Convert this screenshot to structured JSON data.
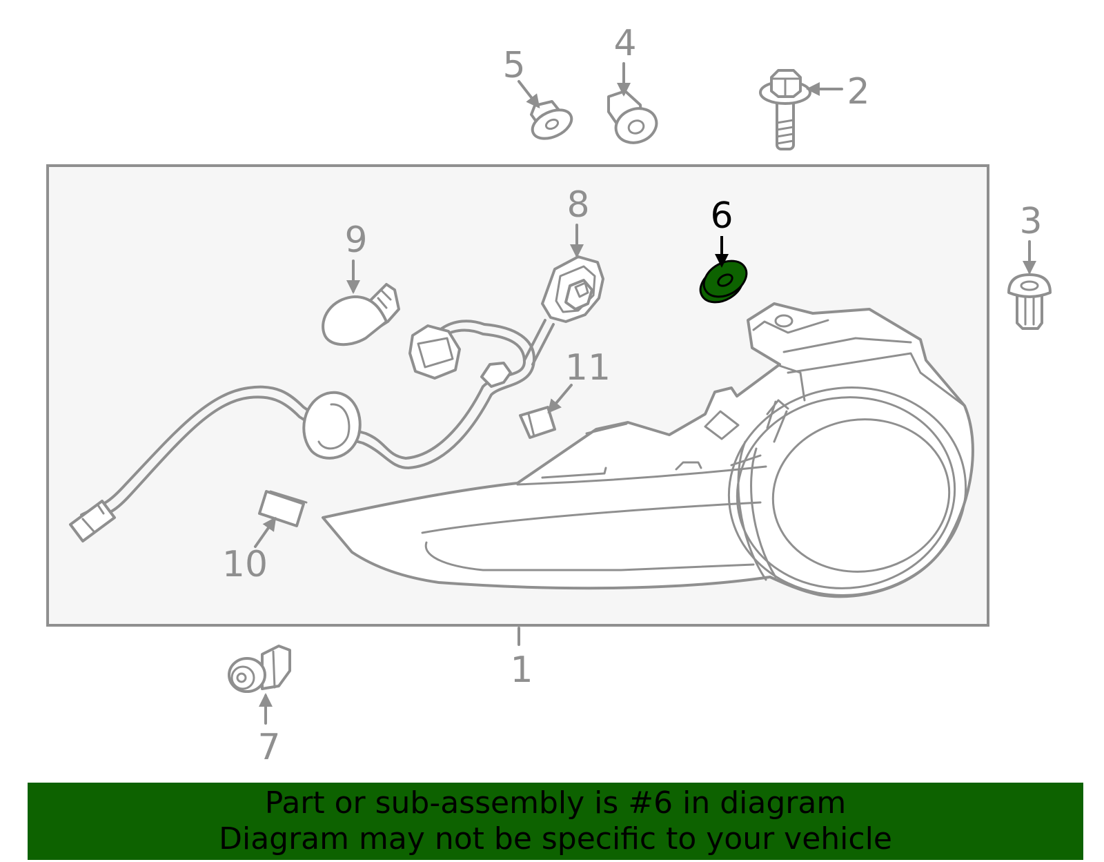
{
  "colors": {
    "line": "#8f8f8f",
    "panel_fill": "#f6f6f6",
    "highlight_fill": "#0d6200",
    "highlight_text": "#000000"
  },
  "highlighted_part": "6",
  "callouts": {
    "c1": "1",
    "c2": "2",
    "c3": "3",
    "c4": "4",
    "c5": "5",
    "c6": "6",
    "c7": "7",
    "c8": "8",
    "c9": "9",
    "c10": "10",
    "c11": "11"
  },
  "banner": {
    "line1": "Part or sub-assembly is #6 in diagram",
    "line2": "Diagram may not be specific to your vehicle"
  }
}
